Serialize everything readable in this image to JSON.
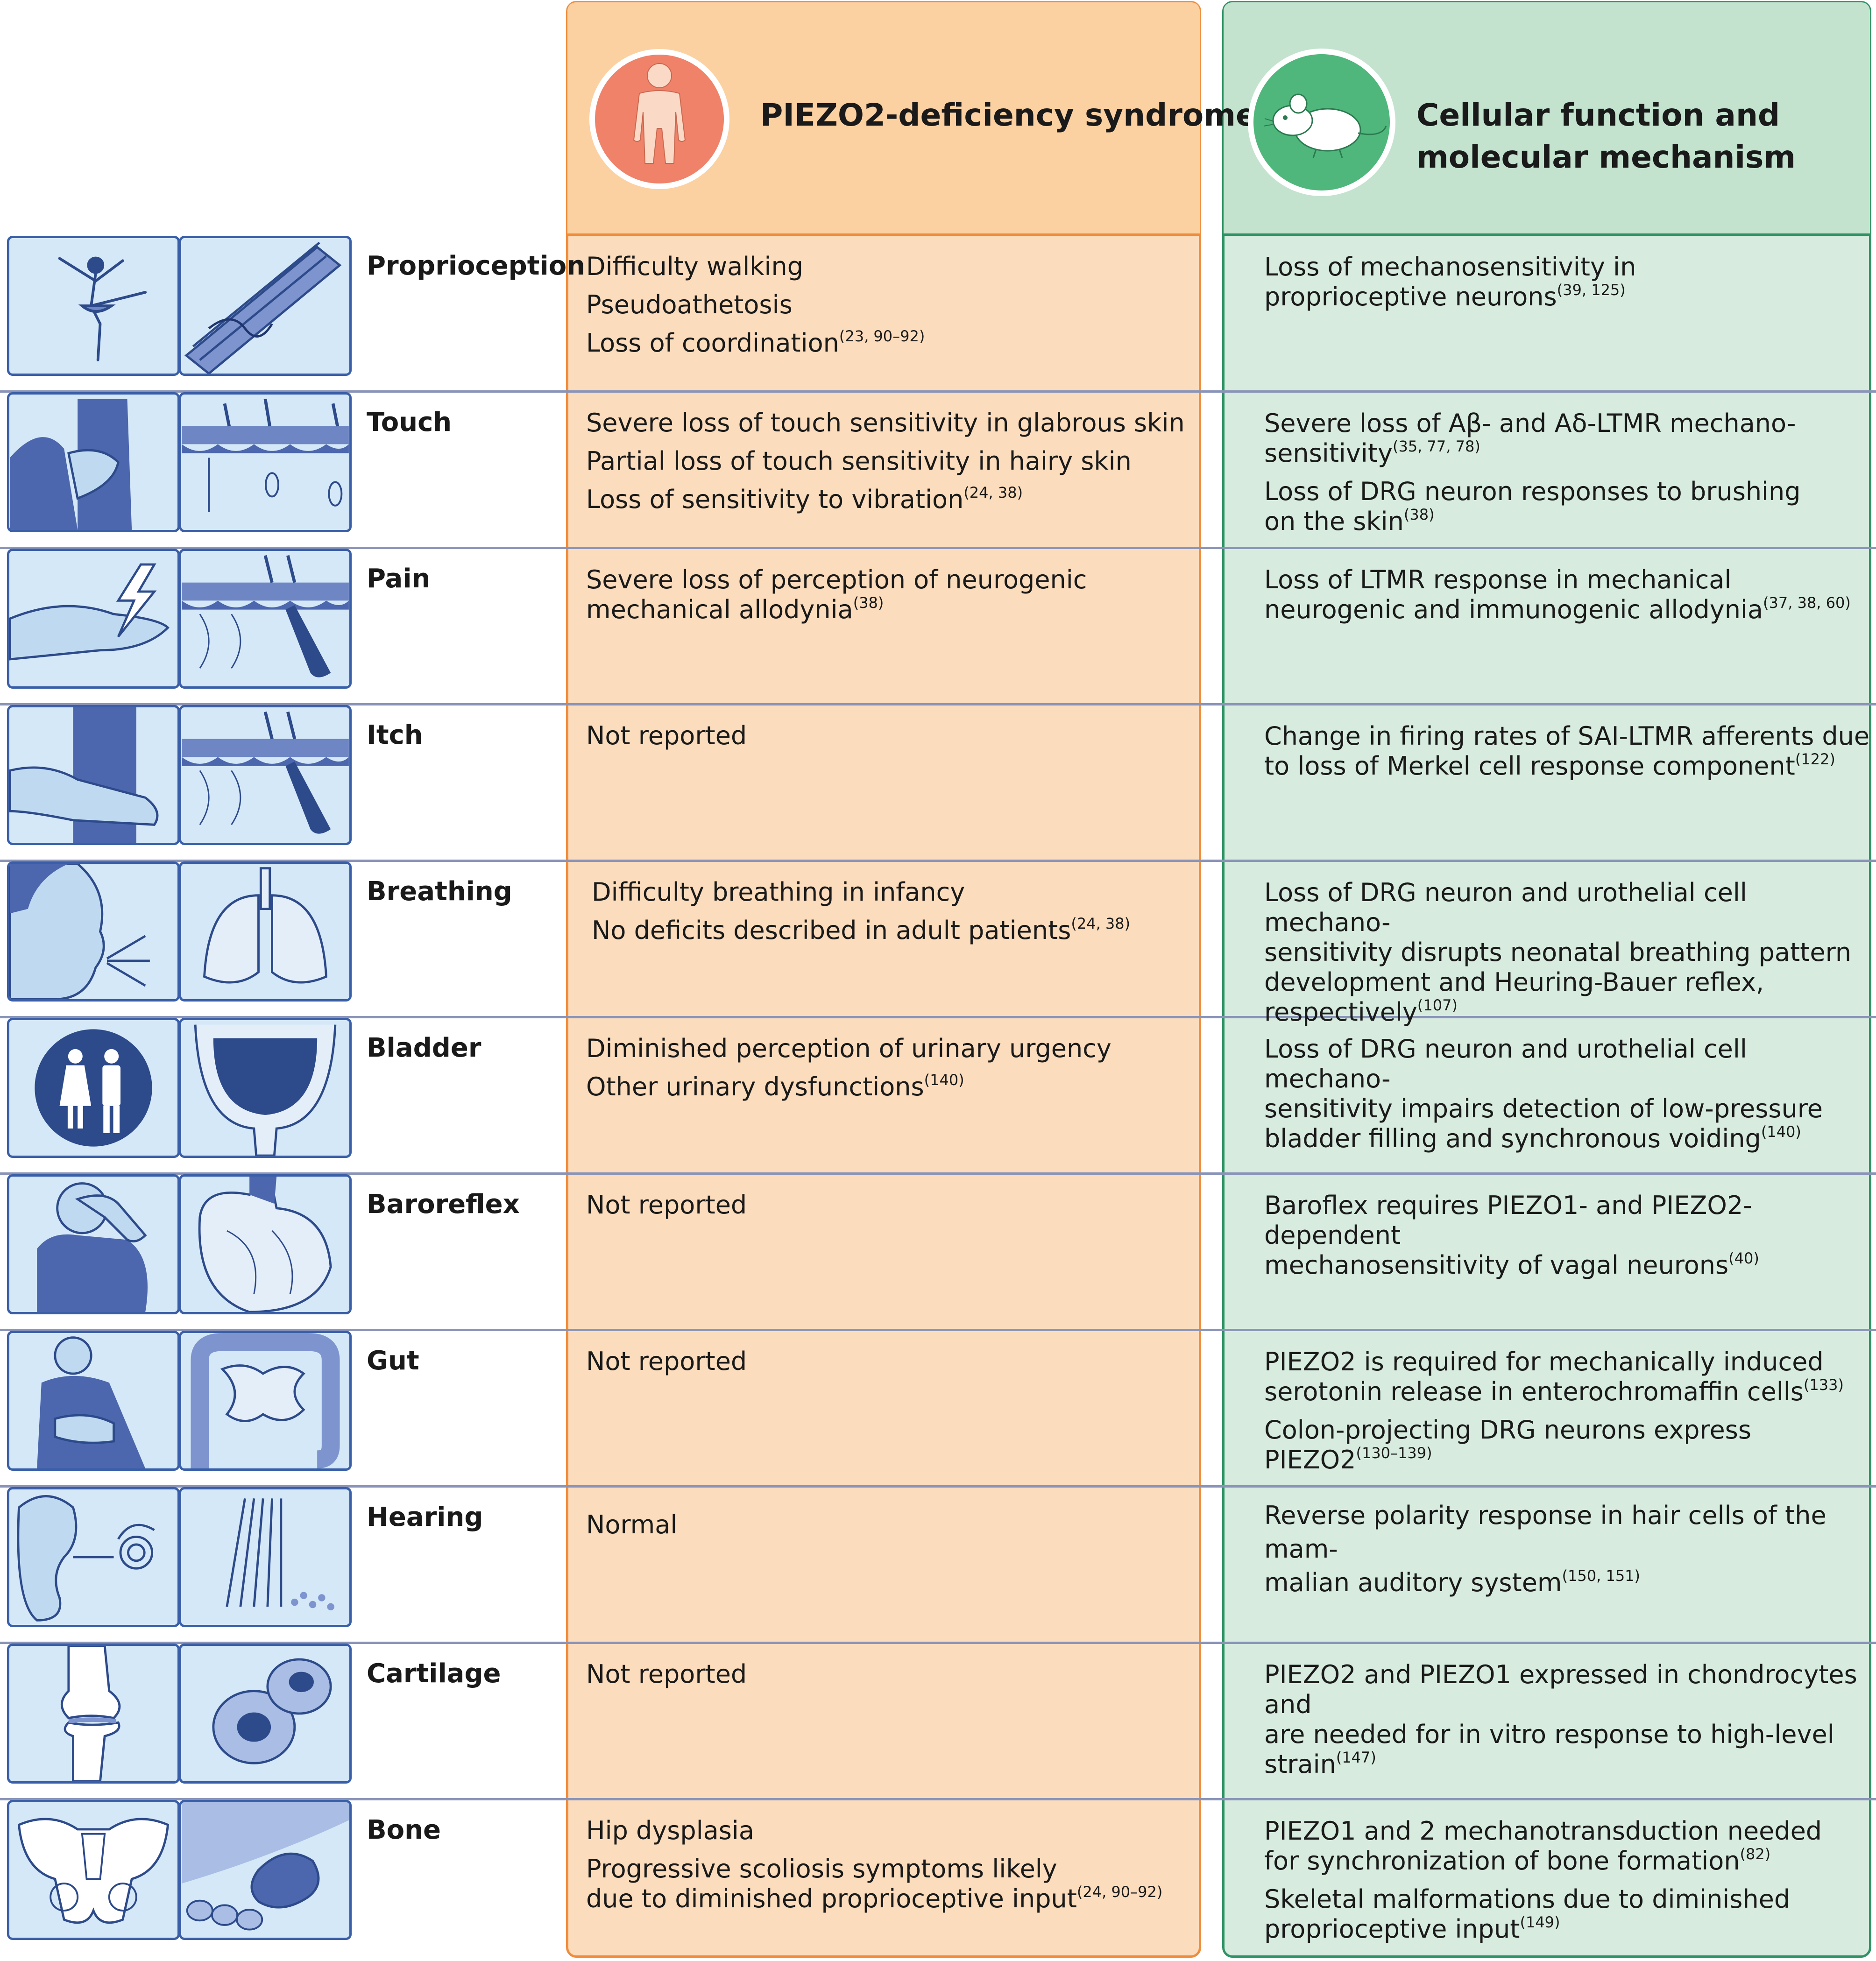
{
  "headers": {
    "patient_title": "PIEZO2-deficiency syndrome",
    "mouse_title_line1": "Cellular function and",
    "mouse_title_line2": "molecular mechanism"
  },
  "rows": [
    {
      "label": "Proprioception",
      "icons": [
        "ballet-dancer-icon",
        "muscle-spindle-icon"
      ],
      "patient": [
        {
          "text": "Difficulty walking",
          "ref": ""
        },
        {
          "text": "Pseudoathetosis",
          "ref": ""
        },
        {
          "text": "Loss of coordination",
          "ref": "(23, 90–92)"
        }
      ],
      "mouse": [
        {
          "text": "Loss of mechanosensitivity in",
          "ref": ""
        },
        {
          "text": "proprioceptive neurons",
          "ref": "(39, 125)"
        }
      ]
    },
    {
      "label": "Touch",
      "icons": [
        "touching-arm-icon",
        "skin-touch-receptors-icon"
      ],
      "patient": [
        {
          "text": "Severe loss of touch sensitivity in glabrous skin",
          "ref": ""
        },
        {
          "text": "Partial loss of touch sensitivity in hairy skin",
          "ref": ""
        },
        {
          "text": "Loss of sensitivity to vibration",
          "ref": "(24, 38)"
        }
      ],
      "mouse": [
        {
          "text": "Severe loss of Aβ- and Aδ-LTMR mechano-",
          "ref": ""
        },
        {
          "text": "sensitivity",
          "ref": "(35, 77, 78)"
        },
        {
          "text": "Loss of DRG neuron responses to brushing",
          "ref": ""
        },
        {
          "text": "on the skin",
          "ref": "(38)"
        }
      ]
    },
    {
      "label": "Pain",
      "icons": [
        "hand-lightning-icon",
        "skin-hair-follicle-icon"
      ],
      "patient": [
        {
          "text": "Severe loss of perception of neurogenic",
          "ref": ""
        },
        {
          "text": "mechanical allodynia",
          "ref": "(38)"
        }
      ],
      "mouse": [
        {
          "text": "Loss of LTMR response in mechanical",
          "ref": ""
        },
        {
          "text": "neurogenic and immunogenic allodynia",
          "ref": "(37, 38, 60)"
        }
      ]
    },
    {
      "label": "Itch",
      "icons": [
        "scratching-arm-icon",
        "skin-hair-follicle-icon"
      ],
      "patient": [
        {
          "text": "Not reported",
          "ref": ""
        }
      ],
      "mouse": [
        {
          "text": "Change in firing rates of SAI-LTMR afferents due",
          "ref": ""
        },
        {
          "text": "to loss of Merkel cell response component",
          "ref": "(122)"
        }
      ]
    },
    {
      "label": "Breathing",
      "icons": [
        "exhaling-face-icon",
        "lungs-icon"
      ],
      "patient": [
        {
          "text": "Difficulty breathing in infancy",
          "ref": ""
        },
        {
          "text": "No deficits described in adult patients",
          "ref": "(24, 38)"
        }
      ],
      "mouse": [
        {
          "text": "Loss of DRG neuron and urothelial cell mechano-",
          "ref": ""
        },
        {
          "text": "sensitivity disrupts neonatal breathing pattern",
          "ref": ""
        },
        {
          "text": "development and Heuring-Bauer reflex,",
          "ref": ""
        },
        {
          "text": "respectively",
          "ref": "(107)"
        }
      ]
    },
    {
      "label": "Bladder",
      "icons": [
        "restroom-sign-icon",
        "bladder-icon"
      ],
      "patient": [
        {
          "text": "Diminished perception of urinary urgency",
          "ref": ""
        },
        {
          "text": "Other urinary dysfunctions",
          "ref": "(140)"
        }
      ],
      "mouse": [
        {
          "text": "Loss of DRG neuron and urothelial cell mechano-",
          "ref": ""
        },
        {
          "text": "sensitivity impairs detection of low-pressure",
          "ref": ""
        },
        {
          "text": "bladder filling and synchronous voiding",
          "ref": "(140)"
        }
      ]
    },
    {
      "label": "Baroreflex",
      "icons": [
        "dizzy-person-icon",
        "heart-icon"
      ],
      "patient": [
        {
          "text": "Not reported",
          "ref": ""
        }
      ],
      "mouse": [
        {
          "text": "Baroflex requires PIEZO1- and PIEZO2-dependent",
          "ref": ""
        },
        {
          "text": "mechanosensitivity of vagal neurons",
          "ref": "(40)"
        }
      ]
    },
    {
      "label": "Gut",
      "icons": [
        "stomach-ache-person-icon",
        "intestines-icon"
      ],
      "patient": [
        {
          "text": "Not reported",
          "ref": ""
        }
      ],
      "mouse": [
        {
          "text": "PIEZO2 is required for mechanically induced",
          "ref": ""
        },
        {
          "text": "serotonin release in enterochromaffin cells",
          "ref": "(133)"
        },
        {
          "text": "Colon-projecting DRG neurons express PIEZO2",
          "ref": "(130–139)"
        }
      ]
    },
    {
      "label": "Hearing",
      "icons": [
        "ear-icon",
        "hair-cell-bundle-icon"
      ],
      "patient": [
        {
          "text": "Normal",
          "ref": ""
        }
      ],
      "mouse": [
        {
          "text": "Reverse polarity response in hair cells of the mam-",
          "ref": ""
        },
        {
          "text": "malian auditory system",
          "ref": "(150, 151)"
        }
      ]
    },
    {
      "label": "Cartilage",
      "icons": [
        "knee-joint-icon",
        "chondrocyte-icon"
      ],
      "patient": [
        {
          "text": "Not reported",
          "ref": ""
        }
      ],
      "mouse": [
        {
          "text": "PIEZO2 and PIEZO1 expressed in chondrocytes and",
          "ref": ""
        },
        {
          "text": "are needed for in vitro response to high-level strain",
          "ref": "(147)"
        }
      ]
    },
    {
      "label": "Bone",
      "icons": [
        "pelvis-icon",
        "bone-cells-icon"
      ],
      "patient": [
        {
          "text": "Hip dysplasia",
          "ref": ""
        },
        {
          "text": "Progressive scoliosis symptoms likely",
          "ref": ""
        },
        {
          "text": "due to diminished proprioceptive input",
          "ref": "(24, 90–92)"
        }
      ],
      "mouse": [
        {
          "text": "PIEZO1 and 2 mechanotransduction needed",
          "ref": ""
        },
        {
          "text": "for synchronization of bone formation",
          "ref": "(82)"
        },
        {
          "text": "Skeletal malformations due to diminished",
          "ref": ""
        },
        {
          "text": "proprioceptive input",
          "ref": "(149)"
        }
      ]
    }
  ]
}
